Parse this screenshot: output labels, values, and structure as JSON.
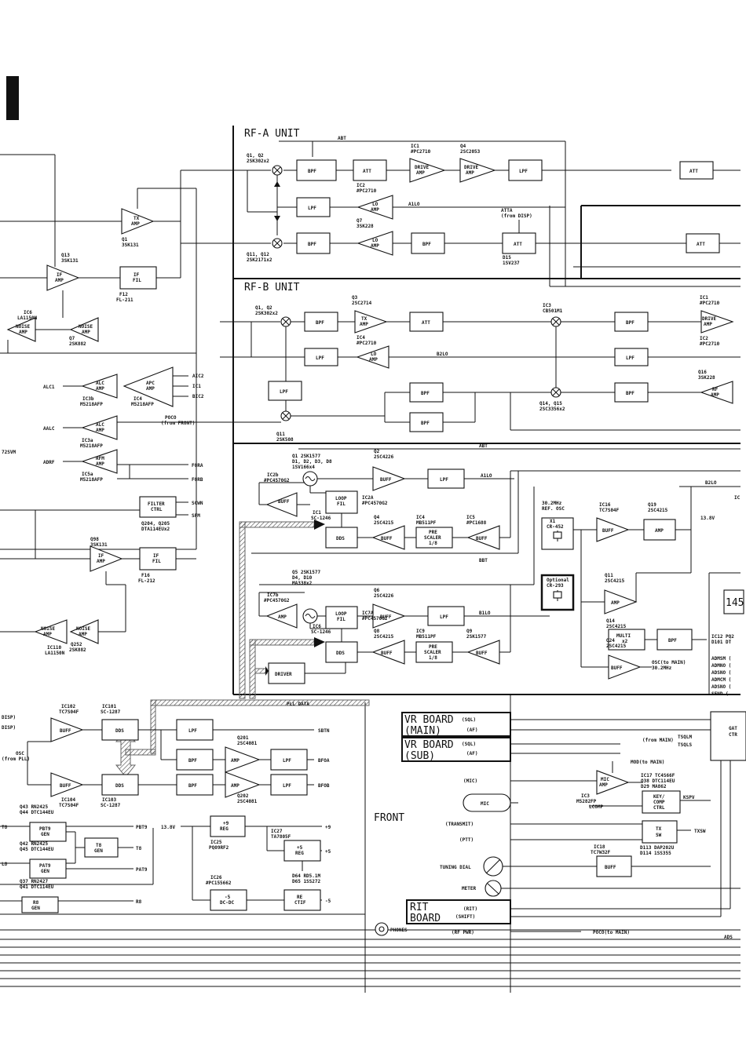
{
  "units": {
    "rf_a": "RF-A UNIT",
    "rf_b": "RF-B UNIT",
    "front": "FRONT"
  },
  "boards": {
    "vr_main": [
      "VR BOARD",
      "(MAIN)"
    ],
    "vr_sub": [
      "VR BOARD",
      "(SUB)"
    ],
    "rit": [
      "RIT",
      "BOARD"
    ]
  },
  "rf_a": {
    "abt": "ABT",
    "q1q2": [
      "Q1, Q2",
      "2SK302x2"
    ],
    "ic1": [
      "IC1",
      "#PC2710"
    ],
    "q4": [
      "Q4",
      "2SC2053"
    ],
    "ic2": [
      "IC2",
      "#PC2710"
    ],
    "a1lo": "A1LO",
    "atta": [
      "ATTA",
      "(from DISP)"
    ],
    "q7": [
      "Q7",
      "3SK228"
    ],
    "q11q12": [
      "Q11, Q12",
      "2SK2171x2"
    ],
    "d15": [
      "D15",
      "1SV237"
    ],
    "blocks": {
      "bpf": "BPF",
      "att": "ATT",
      "drive": [
        "DRIVE",
        "AMP"
      ],
      "lpf": "LPF",
      "lo": [
        "LO",
        "AMP"
      ]
    }
  },
  "rf_b": {
    "q1q2": [
      "Q1, Q2",
      "2SK302x2"
    ],
    "q3": [
      "Q3",
      "2SC2714"
    ],
    "ic3": [
      "IC3",
      "CB501M1"
    ],
    "ic1": [
      "IC1",
      "#PC2710"
    ],
    "ic2": [
      "IC2",
      "#PC2710"
    ],
    "ic4": [
      "IC4",
      "#PC2710"
    ],
    "b2lo": "B2LO",
    "q16": [
      "Q16",
      "3SK228"
    ],
    "q14q15": [
      "Q14, Q15",
      "2SC3356x2"
    ],
    "q11": [
      "Q11",
      "2SK508"
    ],
    "blocks": {
      "tx": [
        "TX",
        "AMP"
      ],
      "rf": [
        "RF",
        "AMP"
      ]
    }
  },
  "left": {
    "q1": [
      "Q1",
      "3SK131"
    ],
    "q13": [
      "Q13",
      "3SK131"
    ],
    "f12": [
      "F12",
      "FL-211"
    ],
    "ic6": [
      "IC6",
      "LA1150N"
    ],
    "q7": [
      "Q7",
      "2SK882"
    ],
    "alc1": "ALC1",
    "ic3b": [
      "IC3b",
      "M5218AFP"
    ],
    "ic4": [
      "IC4",
      "M5218AFP"
    ],
    "aic2": "AIC2",
    "ic1": "IC1",
    "bic2": "BIC2",
    "poco": [
      "POCO",
      "(from FRONT)"
    ],
    "aalc": "AALC",
    "ic3a": [
      "IC3a",
      "M5218AFP"
    ],
    "svm": "72SVM",
    "adrf": "ADRF",
    "ic5a": [
      "IC5a",
      "M5218AFP"
    ],
    "fora": "FORA",
    "forb": "FORB",
    "filter": [
      "FILTER",
      "CTRL"
    ],
    "q204": [
      "Q204, Q205",
      "DTA114EUx2"
    ],
    "scwn": "SCWN",
    "sfm": "SFM",
    "q98": [
      "Q98",
      "3SK131"
    ],
    "f16": [
      "F16",
      "FL-212"
    ],
    "ic110": [
      "IC110",
      "LA1150N"
    ],
    "q252": [
      "Q252",
      "2SK882"
    ],
    "blocks": {
      "if_amp": [
        "IF",
        "AMP"
      ],
      "if_fil": [
        "IF",
        "FIL"
      ],
      "noise": [
        "NOISE",
        "AMP"
      ],
      "alc": [
        "ALC",
        "AMP"
      ],
      "apc": [
        "APC",
        "AMP"
      ],
      "rfm": [
        "RFM",
        "AMP"
      ]
    }
  },
  "pll": {
    "abt": "ABT",
    "q1": [
      "Q1  2SK1577",
      "D1, D2, D3, D8",
      "1SV166x4"
    ],
    "q2": [
      "Q2",
      "2SC4226"
    ],
    "a1lo": "A1LO",
    "ic2b": [
      "IC2b",
      "#PC4570G2"
    ],
    "ic2a": [
      "IC2A",
      "#PC4570G2"
    ],
    "ic1": [
      "IC1",
      "SC-1246"
    ],
    "q4": [
      "Q4",
      "2SC4215"
    ],
    "ic4": [
      "IC4",
      "MB511PF"
    ],
    "ic5": [
      "IC5",
      "#PC1688"
    ],
    "bbt": "BBT",
    "q5": [
      "Q5  2SK1577",
      "D4, D10",
      "MA338x2"
    ],
    "q6": [
      "Q6",
      "2SC4226"
    ],
    "b1lo": "B1LO",
    "ic7b": [
      "IC7b",
      "#PC4570G2"
    ],
    "ic7a": [
      "IC7A",
      "#PC4570G2"
    ],
    "ic6": [
      "IC6",
      "SC-1246"
    ],
    "q8": [
      "Q8",
      "2SC4215"
    ],
    "ic9": [
      "IC9",
      "MB511PF"
    ],
    "q9": [
      "Q9",
      "2SK1577"
    ],
    "osc": [
      "30.2MHz",
      "REF. OSC"
    ],
    "x1": [
      "X1",
      "CR-452"
    ],
    "optional": [
      "Optional",
      "CR-293"
    ],
    "ic16": [
      "IC16",
      "TC7S04F"
    ],
    "q19": [
      "Q19",
      "2SC4215"
    ],
    "q11": [
      "Q11",
      "2SC4215"
    ],
    "q14": [
      "Q14",
      "2SC4215"
    ],
    "q24": [
      "Q24",
      "2SC4215"
    ],
    "osc_out": [
      "OSC(to MAIN)",
      "30.2MHz"
    ],
    "b2lo": "B2LO",
    "v138": "13.8V",
    "pll_data": "PLL DATA",
    "blocks": {
      "buff": "BUFF",
      "amp": "AMP",
      "loop": [
        "LOOP",
        "FIL"
      ],
      "dds": "DDS",
      "pre": [
        "PRE",
        "SCALER",
        "1/8"
      ],
      "driver": "DRIVER",
      "multi": [
        "MULTI",
        "x2"
      ]
    }
  },
  "bottom_left": {
    "ic102": [
      "IC102",
      "TC7S04F"
    ],
    "ic101": [
      "IC101",
      "SC-1287"
    ],
    "ic104": [
      "IC104",
      "TC7S04F"
    ],
    "ic103": [
      "IC103",
      "SC-1287"
    ],
    "osc": [
      "OSC",
      "(from PLL)"
    ],
    "disp1": "DISP)",
    "disp2": "DISP)",
    "q201": [
      "Q201",
      "2SC4081"
    ],
    "q202": [
      "Q202",
      "2SC4081"
    ],
    "sbtn": "SBTN",
    "bfoa": "BFOA",
    "bfob": "BFOB",
    "q43": [
      "Q43 RN2425",
      "Q44 DTC144EU"
    ],
    "q42": [
      "Q42 RN2425",
      "Q45 DTC144EU"
    ],
    "q37": [
      "Q37 RN2427",
      "Q41 DTC114EU"
    ],
    "pbt9": [
      "PBT9",
      "GEN"
    ],
    "t8gen": [
      "T8",
      "GEN"
    ],
    "pat9": [
      "PAT9",
      "GEN"
    ],
    "r8gen": [
      "R8",
      "GEN"
    ],
    "pbt9_out": "PBT9",
    "t8": "T8",
    "pat9_out": "PAT9",
    "r8": "R8",
    "v138": "13.8V",
    "reg9": [
      "+9",
      "REG"
    ],
    "ic25": [
      "IC25",
      "PQ09RF2"
    ],
    "ic27": [
      "IC27",
      "TA7805F"
    ],
    "reg5": [
      "+5",
      "REG"
    ],
    "p9": "+9",
    "p5": "+5",
    "ic26": [
      "IC26",
      "#PC155662"
    ],
    "dcdc": [
      "-5",
      "DC-DC"
    ],
    "d64": [
      "D64 RD5.1M",
      "D65 1SS272"
    ],
    "rectif": [
      "RE",
      "CTIF"
    ],
    "m5": "-5",
    "t8l": "T8",
    "l8l": "L8"
  },
  "front": {
    "sql1": "(SQL)",
    "af1": "(AF)",
    "sql2": "(SQL)",
    "af2": "(AF)",
    "mic_pot": "(MIC)",
    "mic": "MIC",
    "transmit": "(TRANSMIT)",
    "ptt": "(PTT)",
    "tuning": "TUNING DIAL",
    "meter": "METER",
    "rit": "(RIT)",
    "shift": "(SHIFT)",
    "phones": "PHONES",
    "rf_pwr": "(RF PWR)",
    "poco_out": "POCO(to MAIN)",
    "mod": "MOD(to MAIN)",
    "ic3": [
      "IC3",
      "M5282FP"
    ],
    "mic_amp": [
      "MIC",
      "AMP"
    ],
    "ic17": [
      "IC17  TC4S66F",
      "Q38 DTC114EU",
      "D29 MA862"
    ],
    "key": [
      "KEY/",
      "COMP",
      "CTRL"
    ],
    "lcomp": "LCOMP",
    "kspv": "KSPV",
    "txsw": [
      "TX",
      "SW"
    ],
    "txsw_out": "TXSW",
    "d113": [
      "D113 DAP202U",
      "D114 1SS355"
    ],
    "ic18": [
      "IC18",
      "TC7W32F"
    ],
    "buff": "BUFF",
    "tsqlm": "TSQLM",
    "tsqls": "TSQLS",
    "from_main": "(from MAIN)",
    "gat": [
      "GAT",
      "CTR"
    ],
    "ads": "ADS"
  },
  "right_edge": {
    "att": "ATT",
    "att2": "ATT",
    "v138": "13.8V",
    "n145": "145",
    "ic12": [
      "IC12 PQ2",
      "D101 DT"
    ],
    "admsm": "ADMSM (",
    "admno": "ADMNO (",
    "adsno": "ADSNO (",
    "admcm": "ADMCM (",
    "adsno2": "ADSNO (",
    "send": "SEND (",
    "bpf": "BPF",
    "ic": "IC"
  }
}
